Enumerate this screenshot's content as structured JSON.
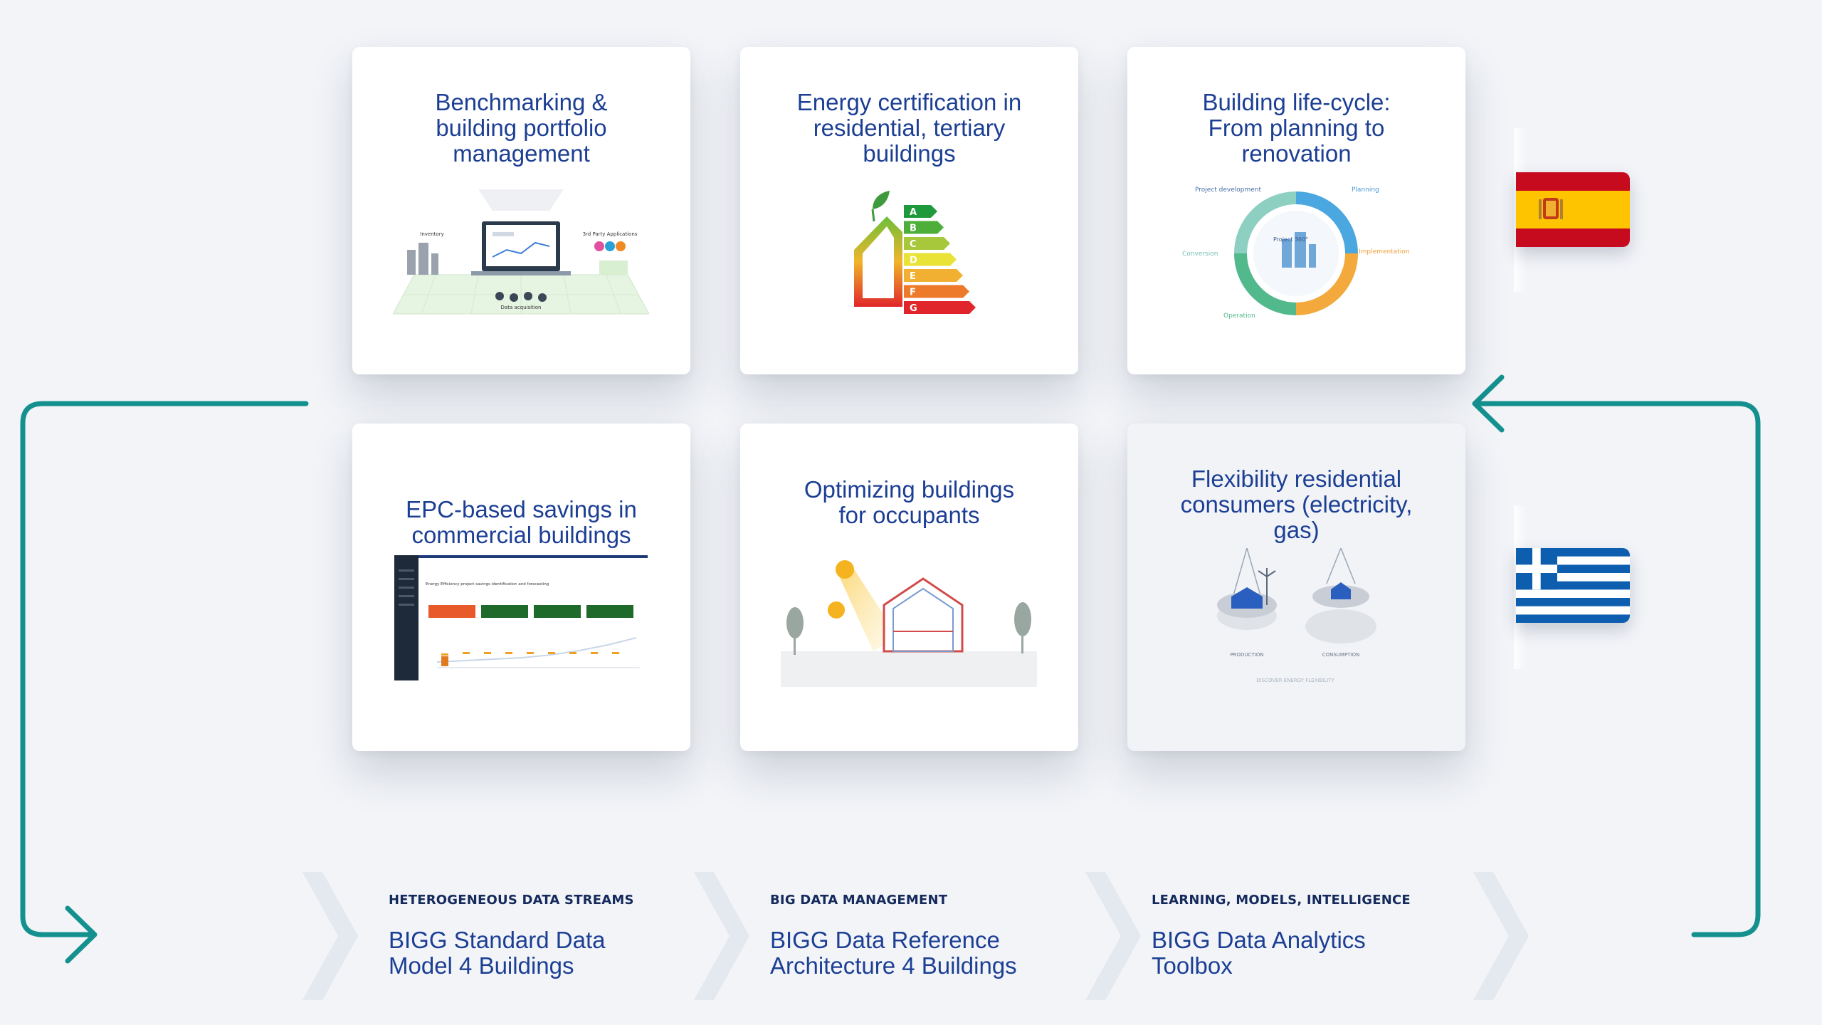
{
  "cards": [
    {
      "title": "Benchmarking &\nbuilding portfolio\nmanagement",
      "icon": "portfolio-dashboard-illustration",
      "labels": {
        "inventory": "Inventory",
        "third_party": "3rd Party Applications",
        "data_acq": "Data acquisition"
      }
    },
    {
      "title": "Energy certification in\nresidential, tertiary\nbuildings",
      "icon": "energy-label-house-icon",
      "ratings": [
        "A",
        "B",
        "C",
        "D",
        "E",
        "F",
        "G"
      ],
      "rating_colors": [
        "#1e9a3c",
        "#4eae3a",
        "#a6c83a",
        "#e8e336",
        "#f2b032",
        "#ec7a2a",
        "#e0262a"
      ]
    },
    {
      "title": "Building life-cycle:\nFrom planning to\nrenovation",
      "icon": "lifecycle-ring-illustration",
      "labels": {
        "project_dev": "Project development",
        "planning": "Planning",
        "conversion": "Conversion",
        "implementation": "Implementation",
        "operation": "Operation",
        "center": "Project 360°"
      }
    },
    {
      "title": "EPC-based savings in\ncommercial buildings",
      "icon": "savings-dashboard-screenshot",
      "labels": {
        "header": "Energy Efficiency project savings identification and forecasting"
      }
    },
    {
      "title": "Optimizing buildings\nfor occupants",
      "icon": "sun-house-section-illustration"
    },
    {
      "title": "Flexibility residential\nconsumers (electricity,\ngas)",
      "icon": "flexibility-scale-illustration",
      "labels": {
        "production": "PRODUCTION",
        "consumption": "CONSUMPTION",
        "footer": "DISCOVER ENERGY FLEXIBILITY"
      }
    }
  ],
  "flags": [
    {
      "name": "spain-flag",
      "colors": [
        "#c60b1e",
        "#ffc400"
      ]
    },
    {
      "name": "greece-flag",
      "colors": [
        "#0d5eaf",
        "#ffffff"
      ]
    }
  ],
  "stages": [
    {
      "kicker": "HETEROGENEOUS DATA STREAMS",
      "title": "BIGG Standard Data\nModel 4 Buildings"
    },
    {
      "kicker": "BIG DATA MANAGEMENT",
      "title": "BIGG Data Reference\nArchitecture 4 Buildings"
    },
    {
      "kicker": "LEARNING, MODELS, INTELLIGENCE",
      "title": "BIGG Data Analytics\nToolbox"
    }
  ],
  "colors": {
    "accent_teal": "#14918f",
    "title_blue": "#1c3f94",
    "kicker_navy": "#142a5c"
  }
}
